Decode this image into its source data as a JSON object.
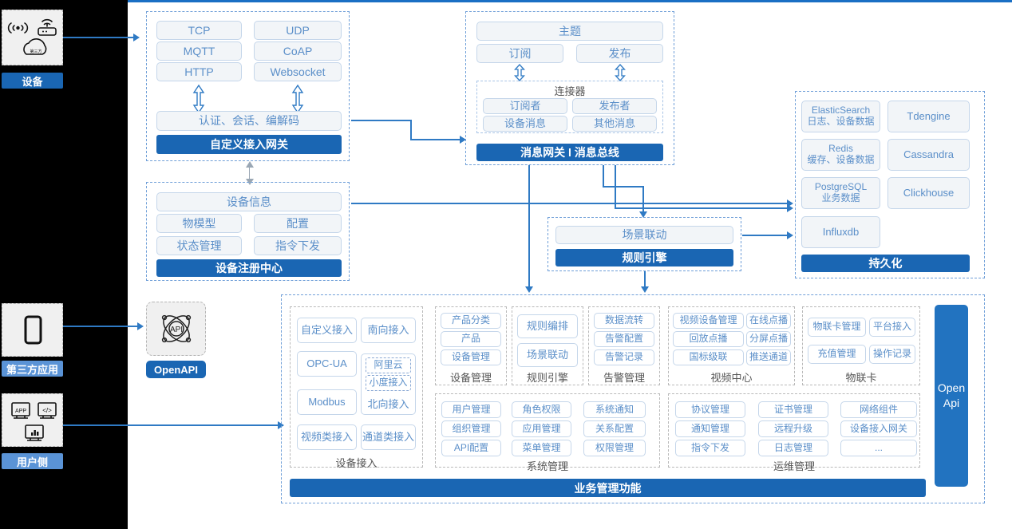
{
  "rail": {
    "items": [
      {
        "label": "设备",
        "icons": [
          "wifi-signal-icon",
          "router-icon",
          "cloud-icon"
        ],
        "style": "a"
      },
      {
        "label": "第三方应用",
        "icons": [
          "mobile-phone-icon"
        ],
        "style": "b"
      },
      {
        "label": "用户侧",
        "icons": [
          "app-window-icon",
          "code-window-icon",
          "dashboard-window-icon"
        ],
        "style": "b"
      }
    ]
  },
  "openapi": {
    "icon": "api-atom-icon",
    "icon_text": "API",
    "label": "OpenAPI"
  },
  "gateway": {
    "protocols_left": [
      "TCP",
      "MQTT",
      "HTTP"
    ],
    "protocols_right": [
      "UDP",
      "CoAP",
      "Websocket"
    ],
    "middle": "认证、会话、编解码",
    "title": "自定义接入网关"
  },
  "message_bus": {
    "topic": "主题",
    "subscribe": "订阅",
    "publish": "发布",
    "connector_title": "连接器",
    "connector_items": [
      "订阅者",
      "发布者",
      "设备消息",
      "其他消息"
    ],
    "title": "消息网关 l 消息总线"
  },
  "registry": {
    "info": "设备信息",
    "items": [
      "物模型",
      "配置",
      "状态管理",
      "指令下发"
    ],
    "title": "设备注册中心"
  },
  "rules": {
    "scene": "场景联动",
    "title": "规则引擎"
  },
  "persistence": {
    "left": [
      {
        "name": "ElasticSearch",
        "sub": "日志、设备数据"
      },
      {
        "name": "Redis",
        "sub": "缓存、设备数据"
      },
      {
        "name": "PostgreSQL",
        "sub": "业务数据"
      },
      {
        "name": "Influxdb",
        "sub": ""
      }
    ],
    "right": [
      "Tdengine",
      "Cassandra",
      "Clickhouse"
    ],
    "title": "持久化"
  },
  "business": {
    "groups_top": [
      {
        "label": "设备接入",
        "col_left": [
          "自定义接入",
          "OPC-UA",
          "Modbus",
          "视频类接入"
        ],
        "col_right": [
          "南向接入",
          "北向接入",
          "通道类接入"
        ],
        "nested": [
          "阿里云",
          "小度接入"
        ]
      },
      {
        "label": "设备管理",
        "items": [
          "产品分类",
          "产品",
          "设备管理"
        ]
      },
      {
        "label": "规则引擎",
        "items": [
          "规则编排",
          "场景联动"
        ]
      },
      {
        "label": "告警管理",
        "items": [
          "数据流转",
          "告警配置",
          "告警记录"
        ]
      },
      {
        "label": "视频中心",
        "items": [
          "视频设备管理",
          "在线点播",
          "回放点播",
          "分屏点播",
          "国标级联",
          "推送通道"
        ]
      },
      {
        "label": "物联卡",
        "items": [
          "物联卡管理",
          "平台接入",
          "充值管理",
          "操作记录"
        ]
      }
    ],
    "groups_bottom": [
      {
        "label": "系统管理",
        "items": [
          "用户管理",
          "角色权限",
          "系统通知",
          "组织管理",
          "应用管理",
          "关系配置",
          "API配置",
          "菜单管理",
          "权限管理"
        ]
      },
      {
        "label": "运维管理",
        "items": [
          "协议管理",
          "证书管理",
          "网络组件",
          "通知管理",
          "远程升级",
          "设备接入网关",
          "指令下发",
          "日志管理",
          "..."
        ]
      }
    ],
    "footer": "业务管理功能",
    "open_api_vertical": "Open\nApi",
    "open_api_line1": "Open",
    "open_api_line2": "Api"
  },
  "colors": {
    "brand_blue": "#1a66b3",
    "line_blue": "#2f7ac4",
    "chip_border": "#c5d6ea",
    "chip_text": "#5b8fc9",
    "dash_border": "#6f9fd8"
  }
}
